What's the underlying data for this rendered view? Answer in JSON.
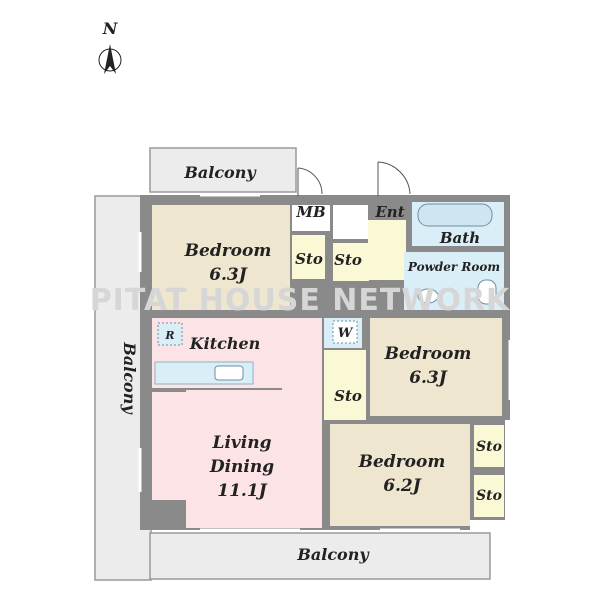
{
  "compass": {
    "label": "N"
  },
  "rooms": {
    "balcony_top": "Balcony",
    "balcony_left": "Balcony",
    "balcony_bottom": "Balcony",
    "mb": "MB",
    "ent": "Ent",
    "bath": "Bath",
    "powder_room": "Powder Room",
    "bedroom_nw": {
      "name": "Bedroom",
      "size": "6.3J"
    },
    "bedroom_e": {
      "name": "Bedroom",
      "size": "6.3J"
    },
    "bedroom_se": {
      "name": "Bedroom",
      "size": "6.2J"
    },
    "kitchen": "Kitchen",
    "living": {
      "line1": "Living",
      "line2": "Dining",
      "size": "11.1J"
    },
    "sto": "Sto",
    "w": "W",
    "r": "R"
  },
  "watermark": "PITAT HOUSE NETWORK",
  "colors": {
    "bedroom": "#efe6cf",
    "living": "#fbe3e6",
    "wet": "#d9eef6",
    "storage": "#fbf8d6",
    "wall": "#8a8a8a",
    "balcony": "#ececec"
  }
}
